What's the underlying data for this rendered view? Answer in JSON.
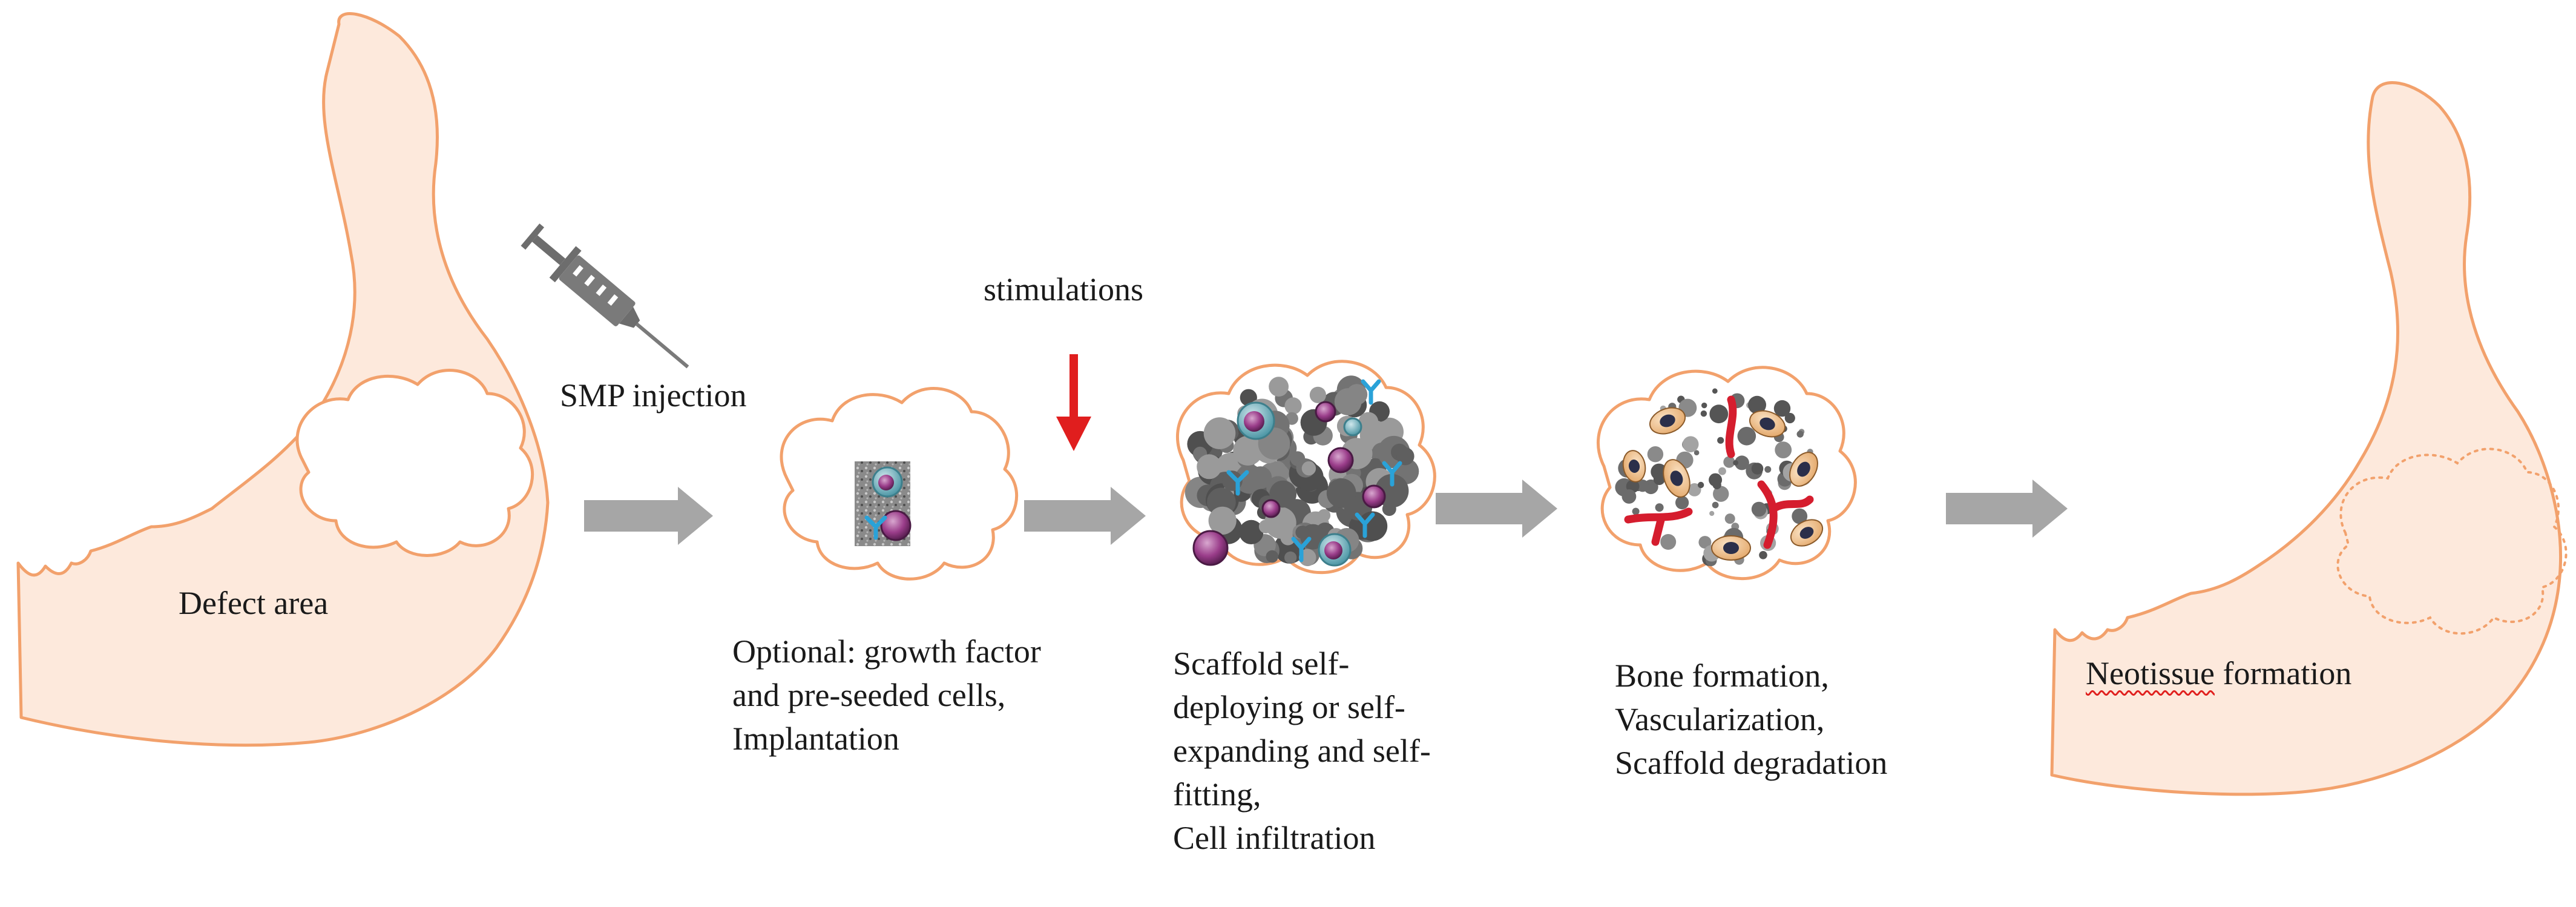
{
  "colors": {
    "jaw_fill": "#fde9dc",
    "outline": "#f2a16c",
    "arrow": "#a6a6a6",
    "red_arrow": "#e01e1e",
    "particle": "#6b6b6b",
    "cell_purple": "#9a3d8a",
    "cell_teal": "#5aa6b4",
    "antibody_blue": "#2aa2d8",
    "vessel_red": "#d51d2e",
    "osteoblast_body": "#f2c79a",
    "nucleus": "#2b2f4a"
  },
  "icons": {
    "syringe": "syringe-icon",
    "down_arrow": "down-arrow-icon",
    "process_arrow": "right-arrow-icon"
  },
  "labels": {
    "defect": "Defect area",
    "smp_injection": "SMP injection",
    "stimulations": "stimulations",
    "optional": [
      "Optional: growth factor",
      "and pre-seeded cells,",
      "Implantation"
    ],
    "scaffold": [
      "Scaffold self-",
      "deploying or self-",
      "expanding and self-",
      "fitting,",
      "Cell infiltration"
    ],
    "bone": [
      "Bone formation,",
      "Vascularization,",
      "Scaffold degradation"
    ],
    "neotissue_word": "Neotissue",
    "neotissue_rest": " formation"
  }
}
